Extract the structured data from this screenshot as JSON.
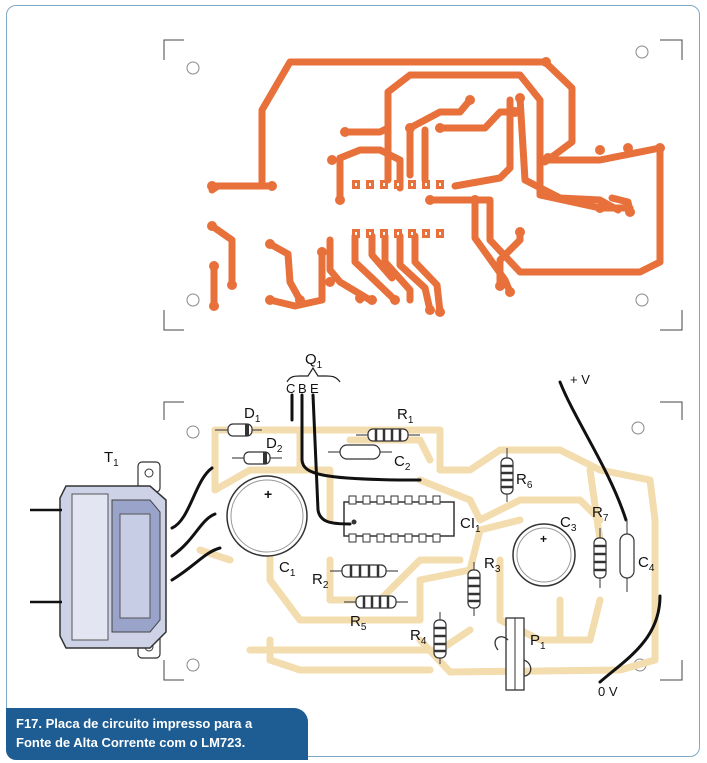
{
  "labels": {
    "q1": "Q",
    "q1_sub": "1",
    "pin_c": "C",
    "pin_b": "B",
    "pin_e": "E",
    "d1": "D",
    "d1_sub": "1",
    "d2": "D",
    "d2_sub": "2",
    "r1": "R",
    "r1_sub": "1",
    "c2": "C",
    "c2_sub": "2",
    "t1": "T",
    "t1_sub": "1",
    "c1": "C",
    "c1_sub": "1",
    "ci1": "CI",
    "ci1_sub": "1",
    "r6": "R",
    "r6_sub": "6",
    "c3": "C",
    "c3_sub": "3",
    "r7": "R",
    "r7_sub": "7",
    "c4": "C",
    "c4_sub": "4",
    "r2": "R",
    "r2_sub": "2",
    "r3": "R",
    "r3_sub": "3",
    "r5": "R",
    "r5_sub": "5",
    "r4": "R",
    "r4_sub": "4",
    "p1": "P",
    "p1_sub": "1",
    "plus_v": "+ V",
    "zero_v": "0 V"
  },
  "caption": {
    "line1": "F17. Placa de circuito impresso para a",
    "line2": "Fonte de Alta Corrente com o LM723."
  },
  "colors": {
    "copper": "#e8703a",
    "silkscreen": "#f3dcae",
    "frame": "#7fa8c4",
    "caption_bg": "#1d5d93"
  }
}
